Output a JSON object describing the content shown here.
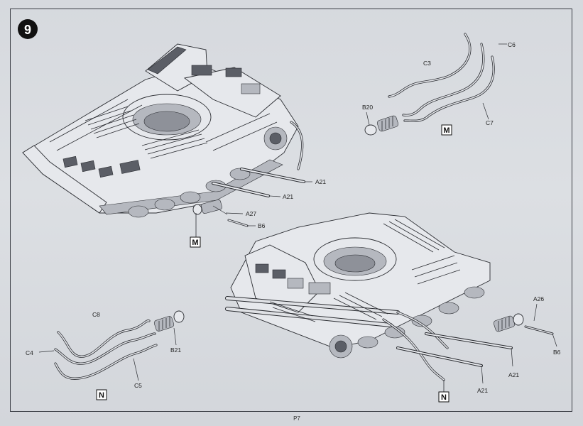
{
  "step": {
    "number": "9"
  },
  "page_number": "P7",
  "callouts": {
    "top_left": {
      "a21_upper": "A21",
      "a21_lower": "A21",
      "a27": "A27",
      "b6": "B6",
      "box": "M"
    },
    "top_right": {
      "c3": "C3",
      "c6": "C6",
      "c7": "C7",
      "b20": "B20",
      "box": "M"
    },
    "bottom_left": {
      "c8": "C8",
      "c4": "C4",
      "c5": "C5",
      "b21": "B21",
      "box": "N"
    },
    "bottom_right": {
      "a26": "A26",
      "b6": "B6",
      "a21_upper": "A21",
      "a21_lower": "A21",
      "box": "N"
    }
  }
}
